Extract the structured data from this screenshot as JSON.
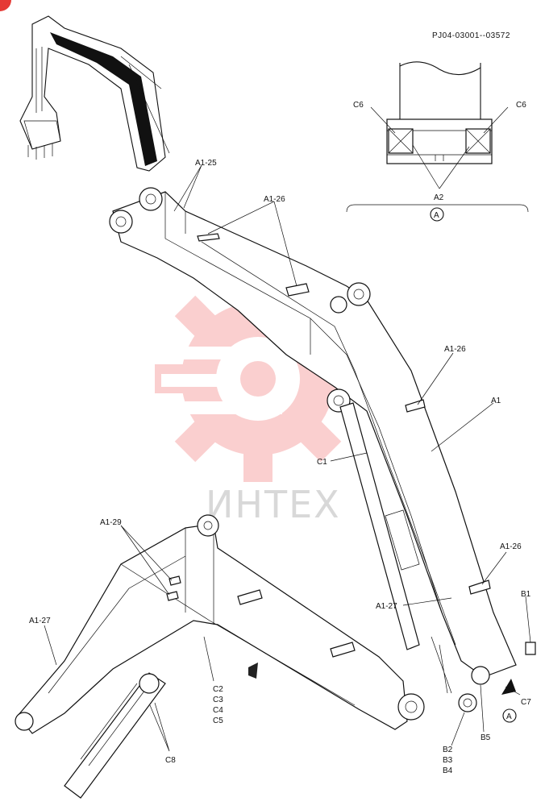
{
  "header": {
    "part_ref": "PJ04-03001--03572"
  },
  "watermark": {
    "text": "ИНТЕХ",
    "color": "#f6a8a8"
  },
  "detail": {
    "marker": "A"
  },
  "view_arrow": {
    "marker": "A"
  },
  "labels": {
    "a1_25": "A1-25",
    "a1_26_top": "A1-26",
    "a1_26_mid": "A1-26",
    "a1_26_low": "A1-26",
    "a1": "A1",
    "c1": "C1",
    "a1_27_right": "A1-27",
    "b1": "B1",
    "c7": "C7",
    "b5": "B5",
    "b2": "B2",
    "b3": "B3",
    "b4": "B4",
    "a1_29": "A1-29",
    "a1_27_left": "A1-27",
    "c2": "C2",
    "c3": "C3",
    "c4": "C4",
    "c5": "C5",
    "c8": "C8",
    "c6_left": "C6",
    "c6_right": "C6",
    "a2": "A2"
  }
}
